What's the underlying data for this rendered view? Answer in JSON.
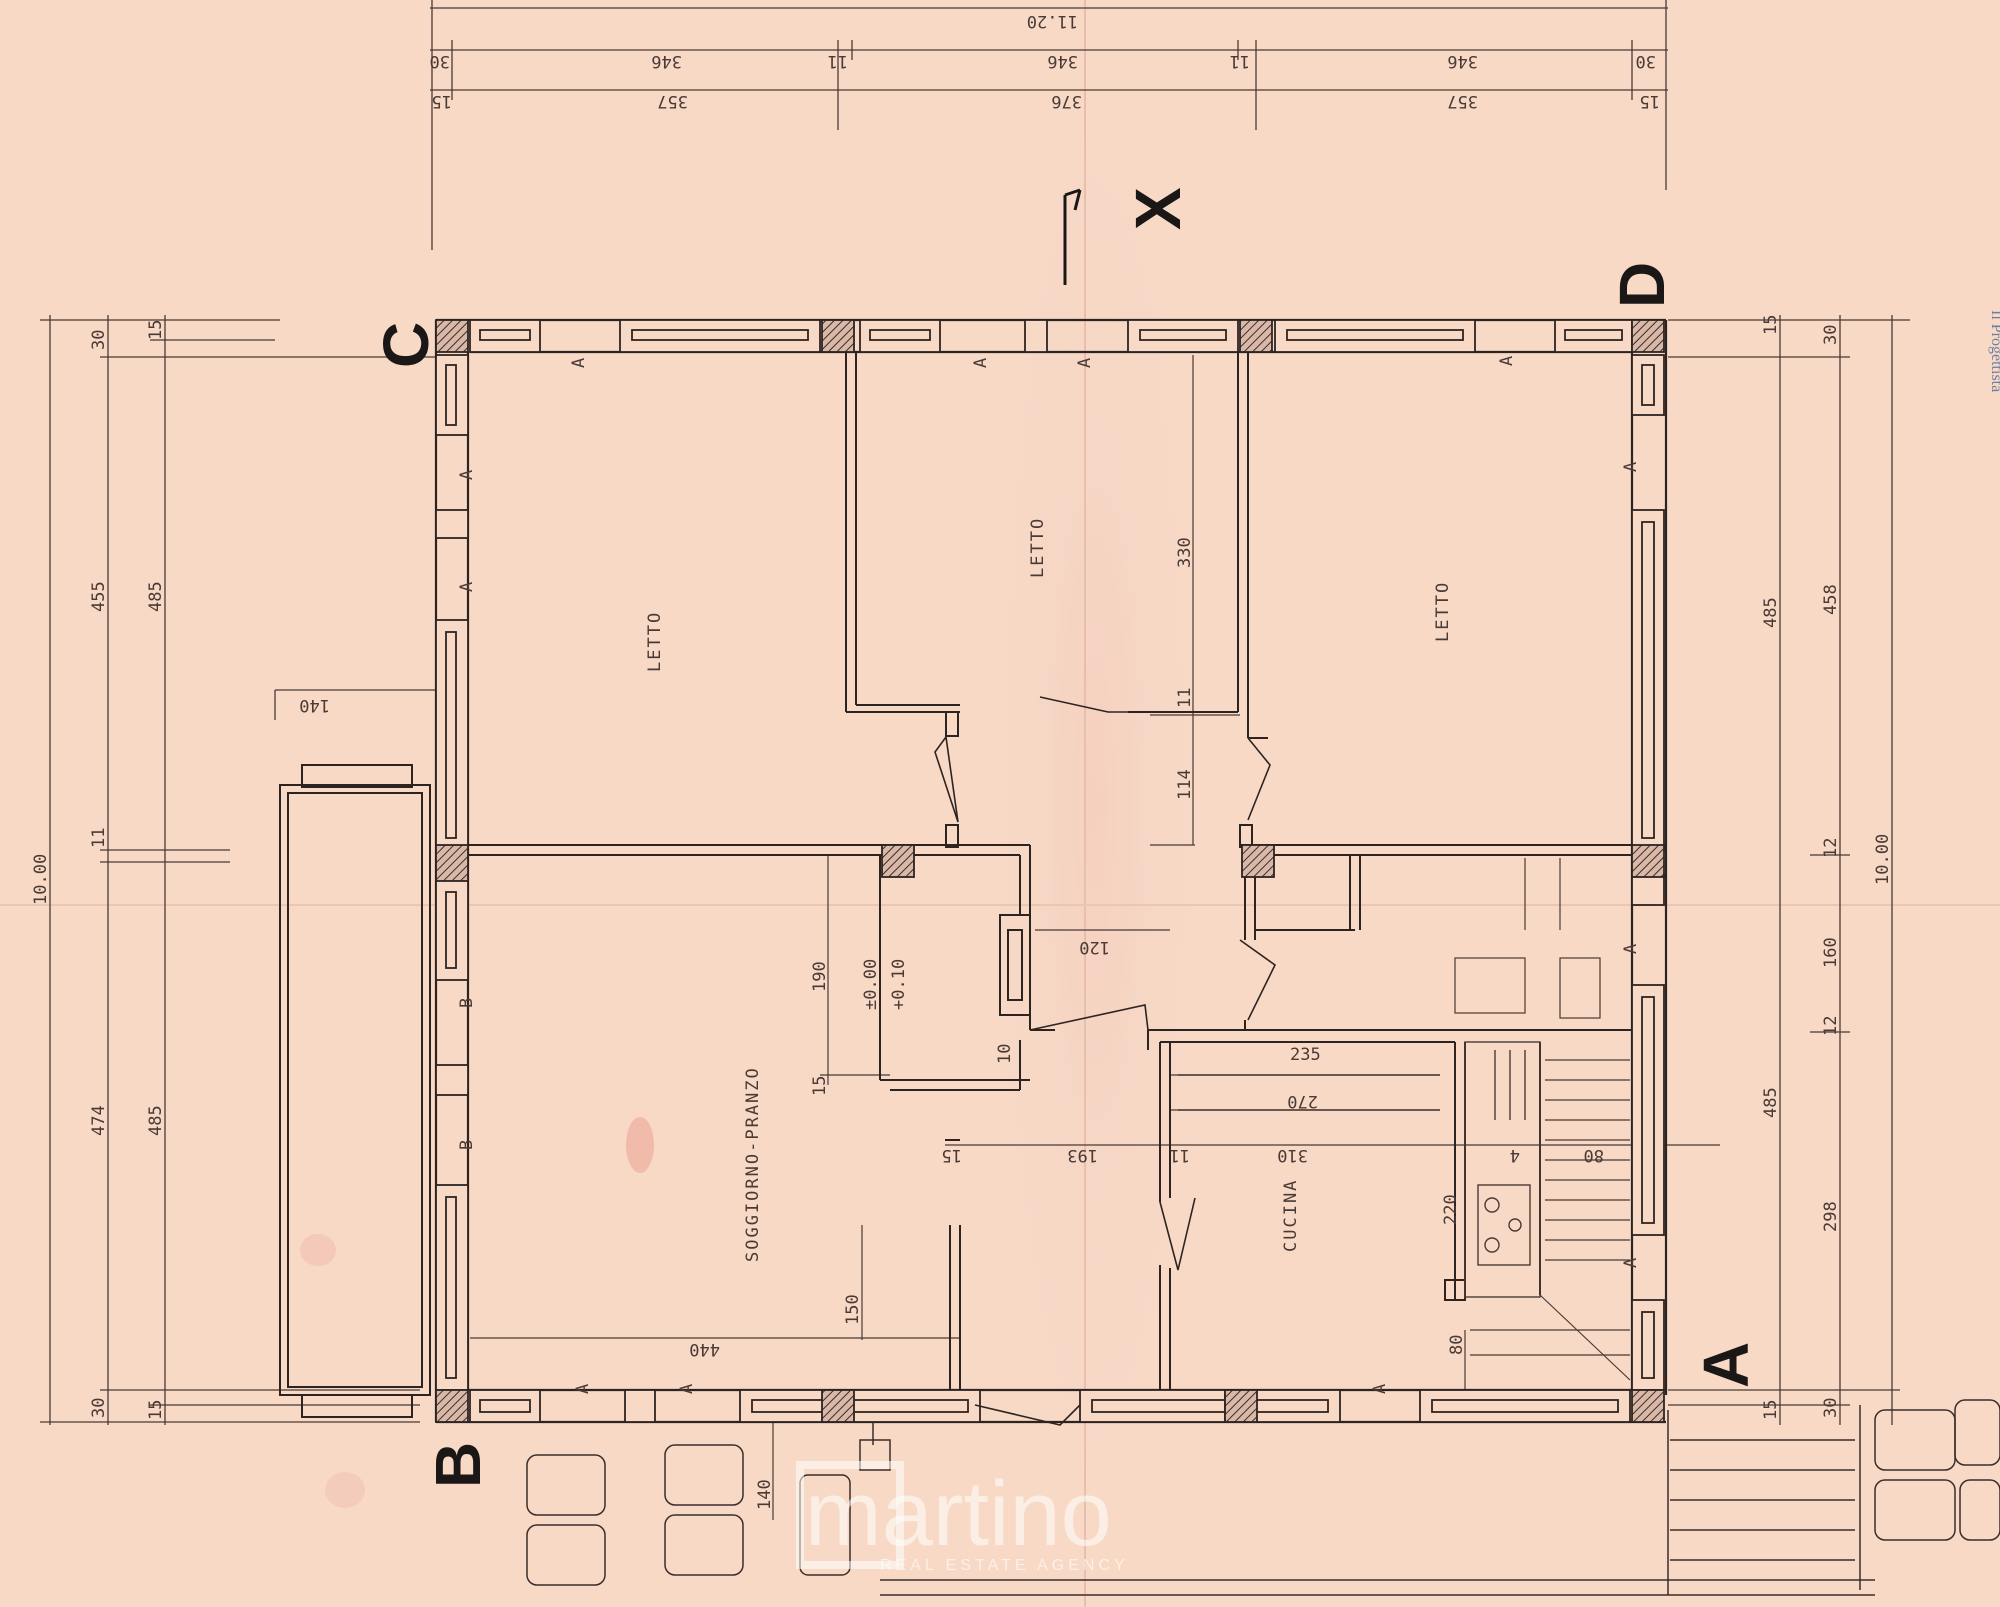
{
  "plan": {
    "corner_labels": {
      "a": "A",
      "b": "B",
      "c": "C",
      "d": "D"
    },
    "section_label": "X",
    "rooms": {
      "letto_left": "LETTO",
      "letto_center": "LETTO",
      "letto_right": "LETTO",
      "soggiorno": "SOGGIORNO-PRANZO",
      "cucina": "CUCINA"
    },
    "window_marks": {
      "a": "A",
      "b": "B"
    },
    "dimensions": {
      "top_total": "11.20",
      "top_row1": [
        "30",
        "346",
        "11",
        "346",
        "11",
        "346",
        "30"
      ],
      "top_row2": [
        "15",
        "357",
        "376",
        "357",
        "15"
      ],
      "left_total": "10.00",
      "left_outer": [
        "455",
        "11",
        "474",
        "30",
        "30"
      ],
      "left_inner": [
        "485",
        "485",
        "15",
        "15"
      ],
      "right_total": "10.00",
      "right_outer": [
        "458",
        "12",
        "160",
        "12",
        "298",
        "30",
        "30"
      ],
      "right_inner": [
        "485",
        "485",
        "15",
        "15"
      ],
      "interior": {
        "balcony_depth": "140",
        "corridor_330": "330",
        "corridor_11": "11",
        "corridor_114": "114",
        "hall_120": "120",
        "living_190": "190",
        "level_000": "±0.00",
        "level_010": "+0.10",
        "living_15": "15",
        "living_10": "10",
        "living_150": "150",
        "living_440": "440",
        "hall_15": "15",
        "hall_193": "193",
        "kitchen_11": "11",
        "kitchen_310": "310",
        "kitchen_235": "235",
        "kitchen_270": "270",
        "kitchen_4": "4",
        "stair_80": "80",
        "stair_220": "220",
        "stair_80b": "80",
        "entry_140": "140"
      }
    },
    "side_note": "Il Progettista"
  },
  "watermark": {
    "brand": "martino",
    "tagline": "REAL ESTATE AGENCY"
  },
  "colors": {
    "paper": "#f7d9c6",
    "ink": "#4a3a35",
    "wall": "#2d2422"
  }
}
